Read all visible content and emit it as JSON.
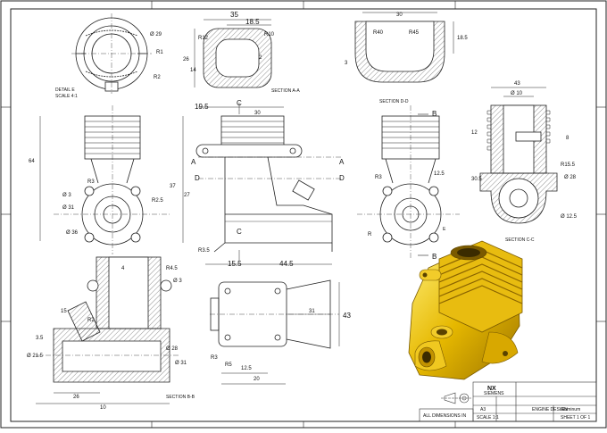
{
  "views": {
    "detail_e": {
      "title": "DETAIL E",
      "scale": "SCALE 4:1",
      "dims": [
        "Ø 29",
        "R1",
        "R2"
      ]
    },
    "section_aa": {
      "title": "SECTION A-A",
      "dims": [
        "35",
        "18.5",
        "R12",
        "R10",
        "26",
        "14",
        "2"
      ]
    },
    "section_dd": {
      "title": "SECTION D-D",
      "dims": [
        "30",
        "R40",
        "R45",
        "18.5",
        "3"
      ]
    },
    "left_view": {
      "dims": [
        "64",
        "R3",
        "Ø 3",
        "Ø 31",
        "Ø 36",
        "R2.5"
      ]
    },
    "front_view": {
      "dims": [
        "19.5",
        "30",
        "37",
        "27",
        "R3.5",
        "15.5",
        "44.5"
      ],
      "cut_labels": [
        "C",
        "C",
        "A",
        "A",
        "D",
        "D"
      ]
    },
    "right_view": {
      "dims": [
        "R3",
        "R",
        "12.5"
      ],
      "cut_labels": [
        "B",
        "B",
        "E"
      ]
    },
    "section_cc": {
      "title": "SECTION C-C",
      "dims": [
        "43",
        "Ø 10",
        "12",
        "8",
        "30.5",
        "R15.5",
        "Ø 28",
        "Ø 12.5"
      ]
    },
    "section_bb": {
      "title": "SECTION B-B",
      "dims": [
        "4",
        "R4.5",
        "Ø 3",
        "15",
        "R2",
        "3.5",
        "Ø 21.5",
        "Ø 28",
        "Ø 31",
        "26",
        "10"
      ]
    },
    "bottom_view": {
      "dims": [
        "31",
        "43",
        "R3",
        "R5",
        "12.5",
        "20"
      ]
    }
  },
  "title_block": {
    "logo": "NX",
    "company": "SIEMENS",
    "drawing_title": "ENGINE DESIGN",
    "material": "Aluminum",
    "sheet": "SHEET 1 OF 1",
    "size": "A3",
    "scale": "SCALE 1:1",
    "units": "ALL DIMENSIONS IN"
  },
  "colors": {
    "line": "#1a1a1a",
    "hatch": "#444444",
    "iso_body": "#e6b800",
    "iso_dark": "#a07800",
    "iso_light": "#ffe566"
  }
}
